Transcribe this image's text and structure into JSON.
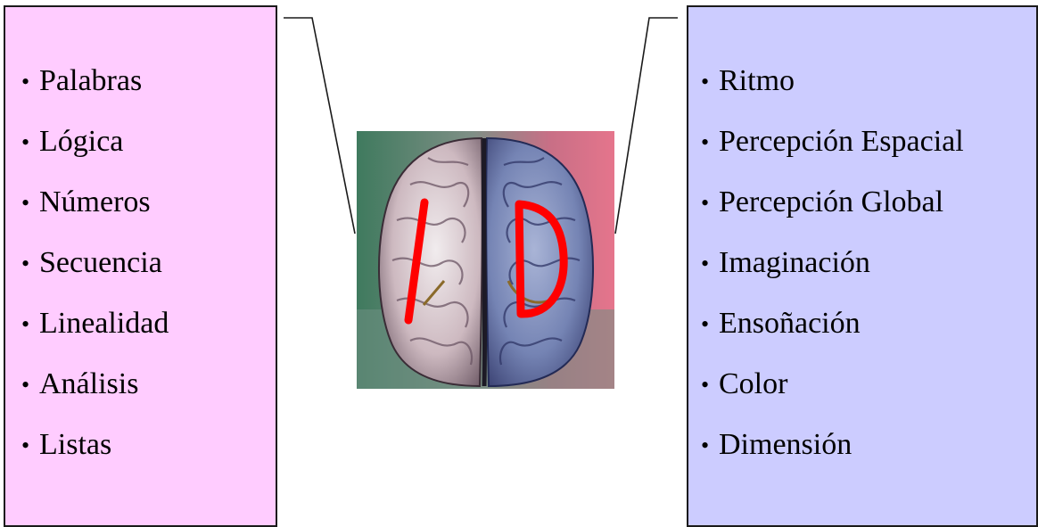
{
  "left_panel": {
    "items": [
      "Palabras",
      "Lógica",
      "Números",
      "Secuencia",
      "Linealidad",
      "Análisis",
      "Listas"
    ]
  },
  "right_panel": {
    "items": [
      "Ritmo",
      "Percepción Espacial",
      "Percepción Global",
      "Imaginación",
      "Ensoñación",
      "Color",
      "Dimensión"
    ]
  },
  "bullet": "•",
  "brain_image": {
    "letters": [
      "I",
      "D"
    ],
    "letter_color": "#ff0000"
  },
  "colors": {
    "left_panel_bg": "#ffccff",
    "right_panel_bg": "#ccccff",
    "panel_border": "#1a1a1a"
  }
}
